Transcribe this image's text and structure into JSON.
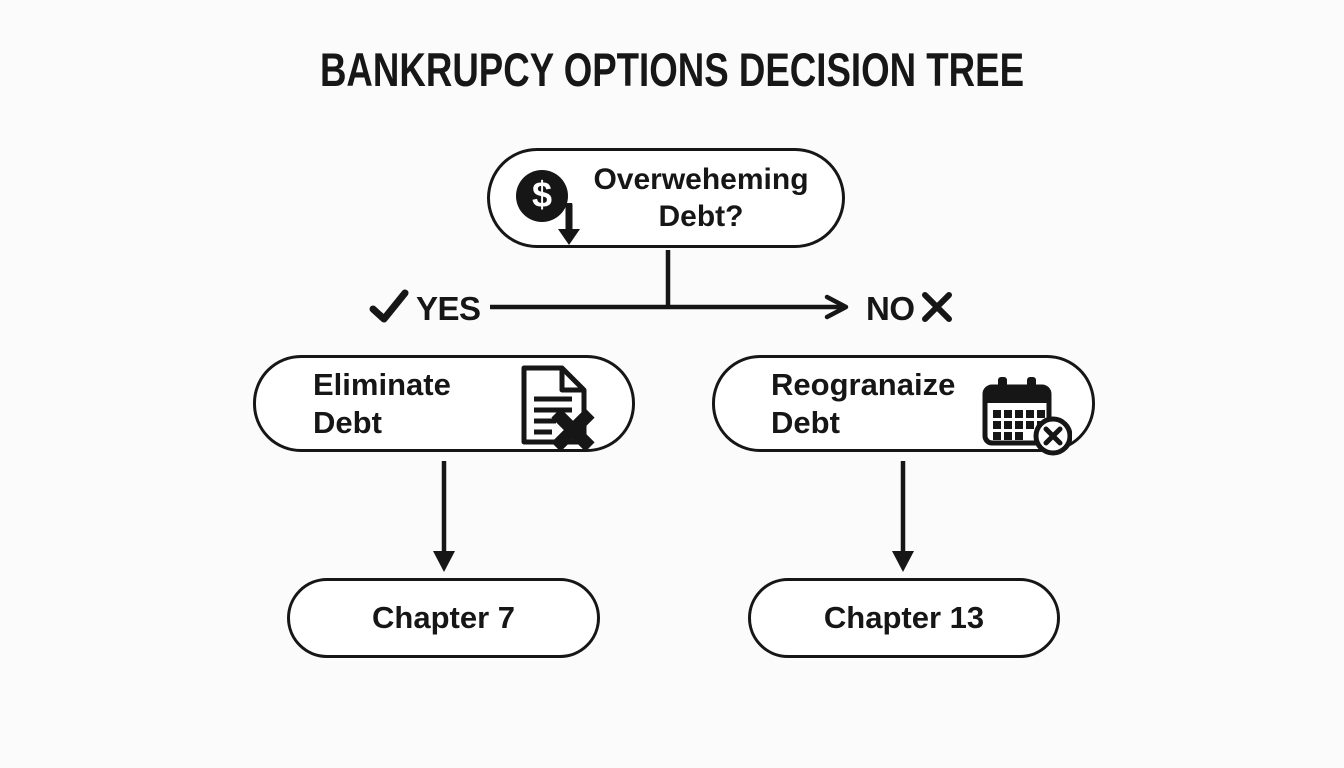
{
  "title": "BANKRUPCY OPTIONS DECISION TREE",
  "root_node": {
    "line1": "Overweheming",
    "line2": "Debt?",
    "icon": "dollar-down-icon",
    "dollar_glyph": "$"
  },
  "branch_labels": {
    "yes": "YES",
    "no": "NO",
    "yes_icon": "check-icon",
    "no_icon": "x-mark-icon"
  },
  "decision_nodes": {
    "eliminate": {
      "line1": "Eliminate",
      "line2": "Debt",
      "icon": "document-x-icon"
    },
    "reorganize": {
      "line1": "Reogranaize",
      "line2": "Debt",
      "icon": "calendar-x-icon"
    }
  },
  "outcome_nodes": {
    "chapter7": "Chapter 7",
    "chapter13": "Chapter 13"
  },
  "colors": {
    "ink": "#161616",
    "background": "#fbfbfb",
    "node_fill": "#ffffff"
  }
}
